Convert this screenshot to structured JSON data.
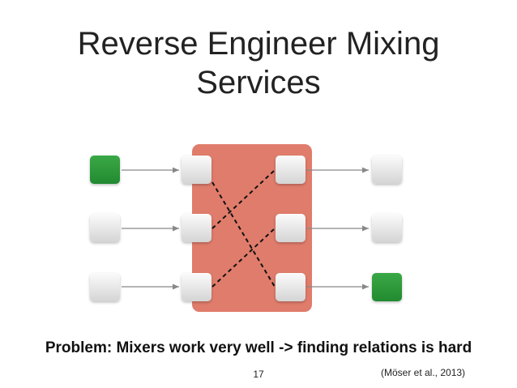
{
  "slide": {
    "title_line1": "Reverse Engineer Mixing",
    "title_line2": "Services",
    "problem_text": "Problem: Mixers work very well -> finding relations is hard",
    "page_number": "17",
    "citation": "(Möser et al., 2013)"
  },
  "colors": {
    "mixer_fill": "#e07c6b",
    "highlight_green": "#2f9a3c",
    "node_gray": "#e8e8e8",
    "arrow": "#888888",
    "dashed_link": "#111111"
  }
}
